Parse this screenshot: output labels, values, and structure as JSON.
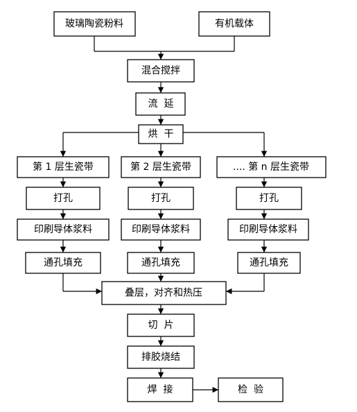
{
  "nodes": {
    "glass_ceramic_powder": "玻璃陶瓷粉料",
    "organic_carrier": "有机载体",
    "mixing": "混合搅拌",
    "casting": "流  延",
    "drying": "烘  干",
    "tape_1": "第 1 层生瓷带",
    "tape_2": "第 2 层生瓷带",
    "tape_n": ".... 第 n 层生瓷带",
    "punch_1": "打孔",
    "punch_2": "打孔",
    "punch_n": "打孔",
    "print_1": "印刷导体浆料",
    "print_2": "印刷导体浆料",
    "print_n": "印刷导体浆料",
    "via_fill_1": "通孔填充",
    "via_fill_2": "通孔填充",
    "via_fill_n": "通孔填充",
    "stack_align_press": "叠层，对齐和热压",
    "cutting": "切  片",
    "debinding_sintering": "排胶烧结",
    "welding": "焊  接",
    "inspection": "检  验"
  }
}
